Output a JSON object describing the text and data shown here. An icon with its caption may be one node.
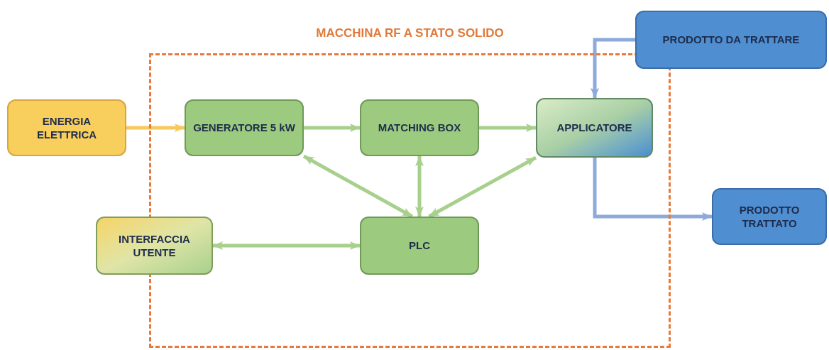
{
  "diagram": {
    "nodes": [
      {
        "text": [
          "MACCHINA RF A STATO SOLIDO"
        ]
      },
      {
        "text": [
          "PRODOTTO DA TRATTARE"
        ]
      },
      {
        "text": [
          "ENERGIA ELETTRICA"
        ]
      },
      {
        "text": [
          "GENERATORE 5 kW"
        ],
        "in": 0
      },
      {
        "text": [
          "MATCHING BOX"
        ],
        "in": 0
      },
      {
        "text": [
          "APPLICATORE"
        ],
        "in": 0
      },
      {
        "text": [
          "PRODOTTO TRATTATO"
        ]
      },
      {
        "text": [
          "INTERFACCIA UTENTE"
        ]
      },
      {
        "text": [
          "PLC"
        ],
        "in": 0
      }
    ],
    "edges": [
      {
        "from": 2,
        "to": 3,
        "arrow": "to",
        "color": "#f7c85c"
      },
      {
        "from": 3,
        "to": 4,
        "arrow": "to"
      },
      {
        "from": 4,
        "to": 5,
        "arrow": "to"
      },
      {
        "from": 8,
        "to": 3,
        "arrow": "both"
      },
      {
        "from": 8,
        "to": 4,
        "arrow": "both"
      },
      {
        "from": 8,
        "to": 5,
        "arrow": "both"
      },
      {
        "from": 7,
        "to": 8,
        "arrow": "both"
      },
      {
        "from": 1,
        "to": 5,
        "arrow": "to",
        "color": "#8eaadb"
      },
      {
        "from": 5,
        "to": 6,
        "arrow": "to",
        "color": "#8eaadb"
      }
    ]
  }
}
